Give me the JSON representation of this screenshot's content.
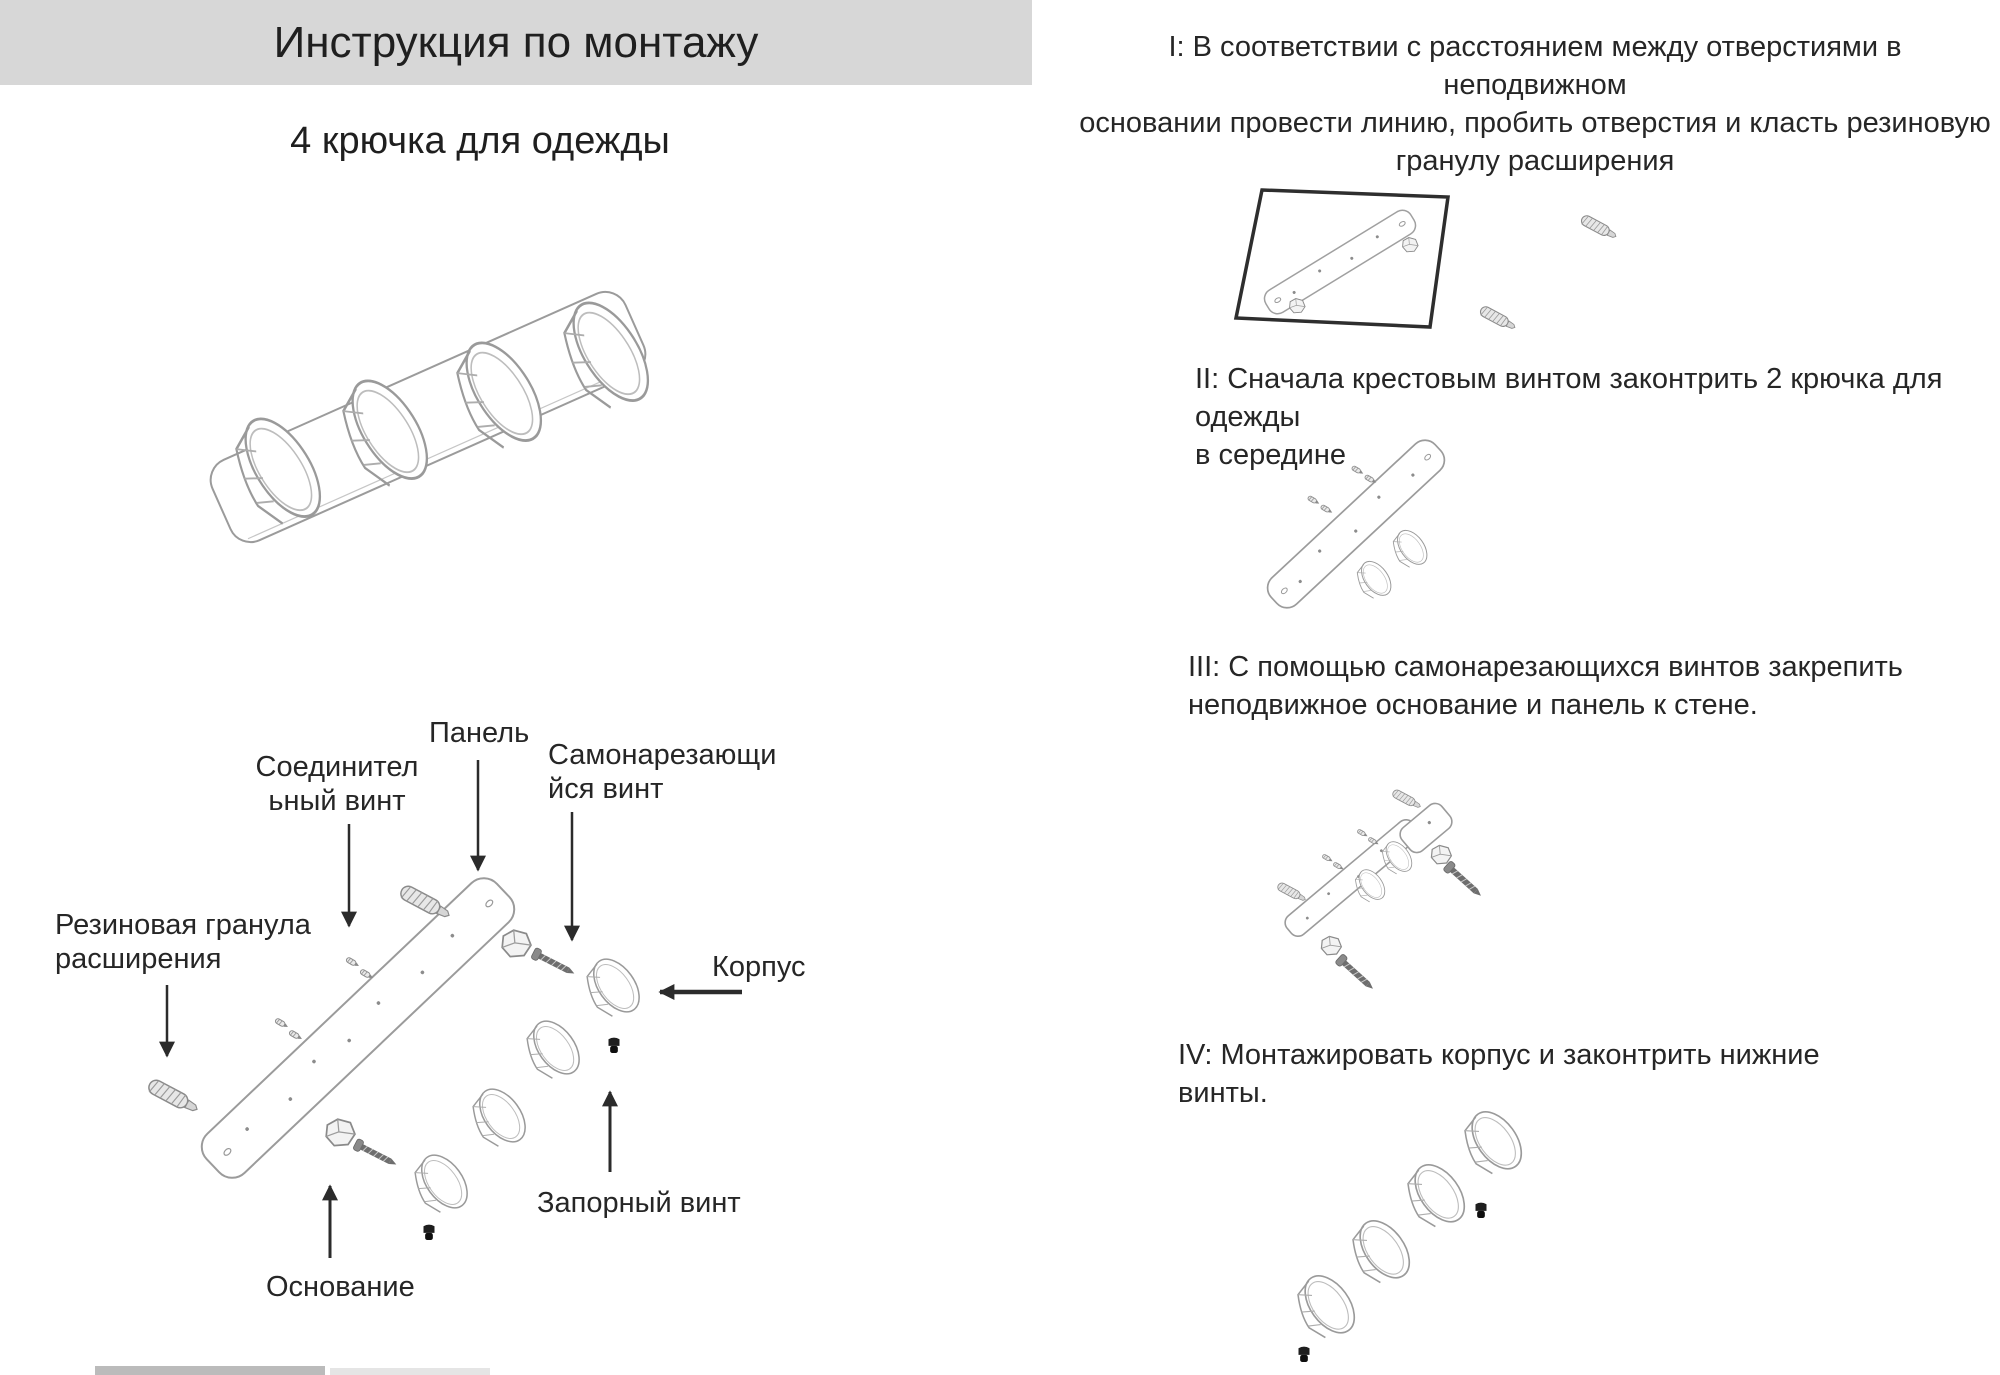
{
  "header": {
    "title": "Инструкция по монтажу",
    "subtitle": "4 крючка для одежды",
    "banner_color": "#d7d7d7"
  },
  "parts_diagram": {
    "labels": {
      "panel": "Панель",
      "connecting_screw": "Соединител\nьный винт",
      "self_tapping_screw": "Самонарезающи\nйся винт",
      "rubber_plug": "Резиновая гранула\nрасширения",
      "body": "Корпус",
      "locking_screw": "Запорный винт",
      "base": "Основание"
    }
  },
  "steps": [
    {
      "id": "I",
      "text": "I: В соответствии с расстоянием между отверстиями в неподвижном\nосновании провести линию, пробить отверстия и класть резиновую\nгранулу расширения"
    },
    {
      "id": "II",
      "text": "II: Сначала крестовым винтом законтрить 2 крючка для одежды\nв середине"
    },
    {
      "id": "III",
      "text": "III: С помощью самонарезающихся винтов закрепить\nнеподвижное основание и панель к стене."
    },
    {
      "id": "IV",
      "text": "IV: Монтажировать корпус и законтрить нижние винты."
    }
  ]
}
